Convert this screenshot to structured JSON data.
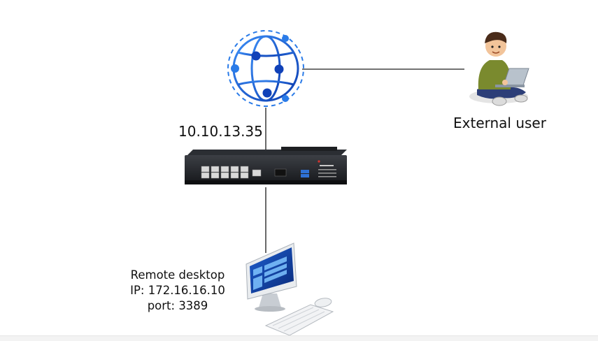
{
  "diagram": {
    "wan_ip": "10.10.13.35",
    "external_user_label": "External user",
    "remote_desktop": {
      "title": "Remote desktop",
      "ip": "IP: 172.16.16.10",
      "port": "port: 3389"
    }
  },
  "colors": {
    "link_line": "#444444",
    "globe_blue": "#1e6fe0",
    "globe_dark": "#1041b8"
  },
  "icons": [
    "internet-globe-icon",
    "firewall-appliance-icon",
    "desktop-computer-icon",
    "person-laptop-icon"
  ]
}
